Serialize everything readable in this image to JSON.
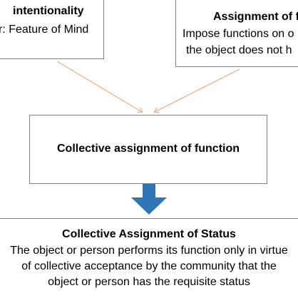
{
  "colors": {
    "connector": "#f4b183",
    "block_arrow": "#2e75b6",
    "box_border": "#7f7f7f",
    "text": "#000000"
  },
  "left_box": {
    "title": "intentionality",
    "line": "r: Feature of Mind"
  },
  "right_box": {
    "title": "Assignment of f",
    "line1": "Impose functions on o",
    "line2": "the object does not h"
  },
  "middle_box": {
    "label": "Collective assignment of function"
  },
  "bottom_box": {
    "title": "Collective Assignment of Status",
    "line1": "The object or person performs its function only in virtue",
    "line2": "of collective acceptance by the community that the",
    "line3": "object or person has the requisite status"
  }
}
